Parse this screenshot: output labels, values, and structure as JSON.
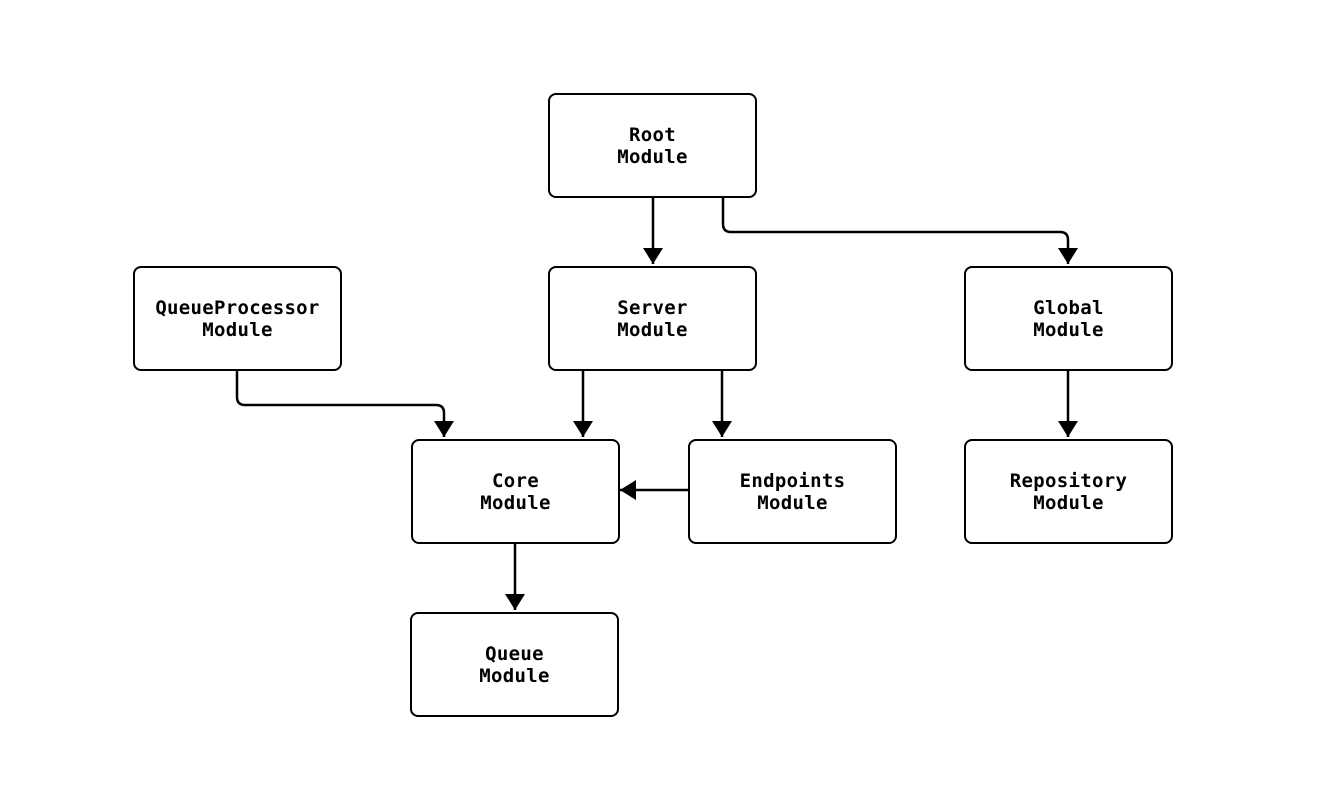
{
  "diagram": {
    "type": "flowchart",
    "orientation": "top-down",
    "background_color": "#ffffff",
    "node_fill_color": "#ffffff",
    "node_border_color": "#000000",
    "edge_color": "#000000",
    "text_color": "#000000",
    "nodes": [
      {
        "id": "root",
        "line1": "Root",
        "line2": "Module"
      },
      {
        "id": "server",
        "line1": "Server",
        "line2": "Module"
      },
      {
        "id": "global",
        "line1": "Global",
        "line2": "Module"
      },
      {
        "id": "queueprocessor",
        "line1": "QueueProcessor",
        "line2": "Module"
      },
      {
        "id": "core",
        "line1": "Core",
        "line2": "Module"
      },
      {
        "id": "endpoints",
        "line1": "Endpoints",
        "line2": "Module"
      },
      {
        "id": "repository",
        "line1": "Repository",
        "line2": "Module"
      },
      {
        "id": "queue",
        "line1": "Queue",
        "line2": "Module"
      }
    ],
    "edges": [
      {
        "from": "Root Module",
        "to": "Server Module"
      },
      {
        "from": "Root Module",
        "to": "Global Module"
      },
      {
        "from": "QueueProcessor Module",
        "to": "Core Module"
      },
      {
        "from": "Server Module",
        "to": "Core Module"
      },
      {
        "from": "Server Module",
        "to": "Endpoints Module"
      },
      {
        "from": "Endpoints Module",
        "to": "Core Module"
      },
      {
        "from": "Global Module",
        "to": "Repository Module"
      },
      {
        "from": "Core Module",
        "to": "Queue Module"
      }
    ]
  }
}
